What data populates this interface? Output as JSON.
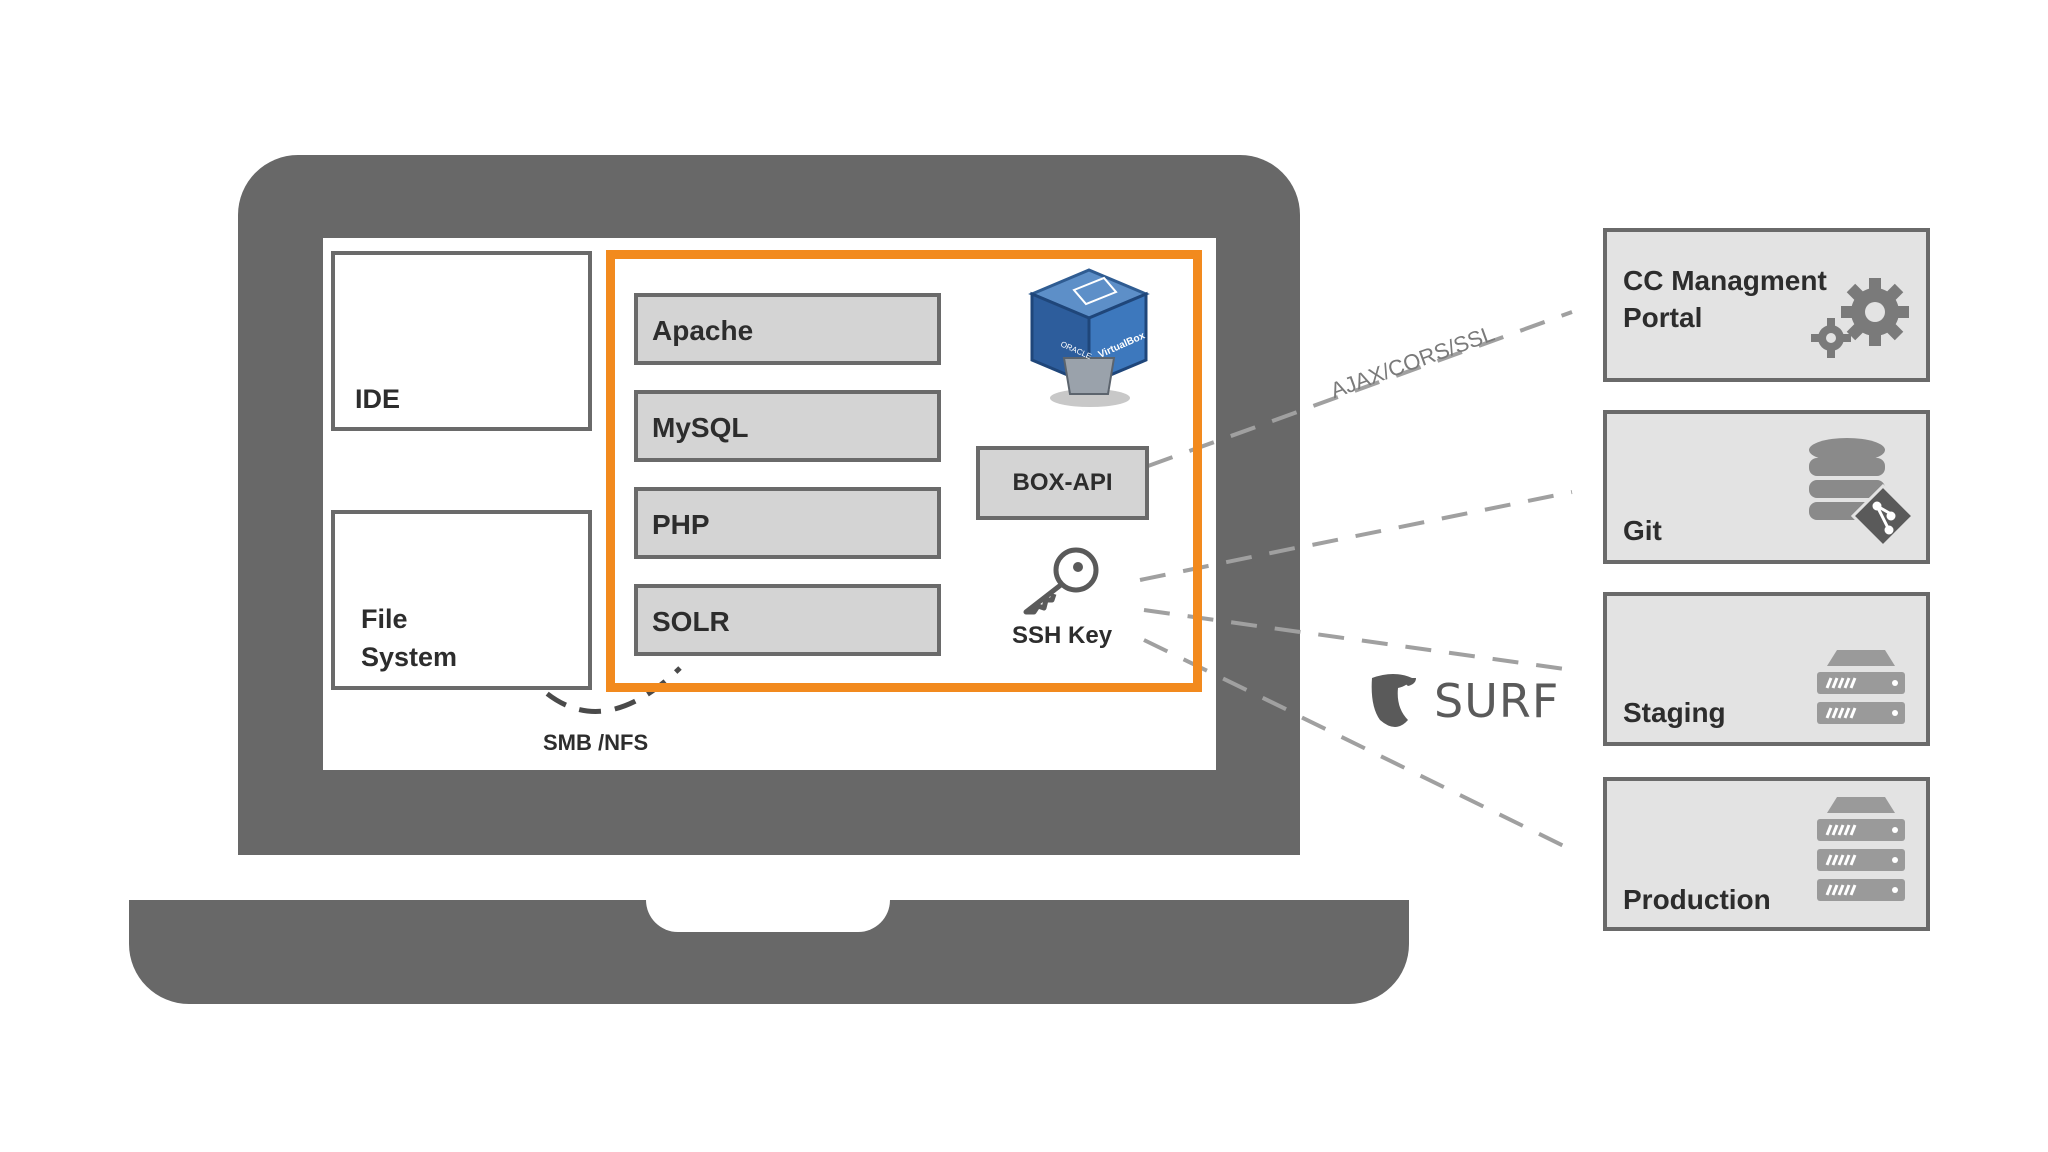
{
  "laptop": {
    "ide_label": "IDE",
    "filesystem_label_1": "File",
    "filesystem_label_2": "System",
    "smb_label": "SMB /NFS"
  },
  "vm": {
    "services": [
      "Apache",
      "MySQL",
      "PHP",
      "SOLR"
    ],
    "box_api_label": "BOX-API",
    "ssh_key_label": "SSH Key",
    "virtualbox_text_1": "ORACLE",
    "virtualbox_text_2": "VirtualBox"
  },
  "connection_label": "AJAX/CORS/SSL",
  "surf_label": "SURF",
  "servers": {
    "portal_1": "CC Managment",
    "portal_2": "Portal",
    "git": "Git",
    "staging": "Staging",
    "production": "Production"
  },
  "colors": {
    "laptop": "#686868",
    "vm_border": "#f28a1e",
    "service_fill": "#d4d4d4",
    "server_fill": "#e3e3e3",
    "line": "#9a9a9a"
  },
  "icons": {
    "virtualbox": "virtualbox-logo-icon",
    "ssh": "key-icon",
    "portal": "gears-icon",
    "git": "database-git-icon",
    "staging": "server-rack-icon",
    "production": "server-rack-icon",
    "surf": "typo3-logo-icon"
  }
}
